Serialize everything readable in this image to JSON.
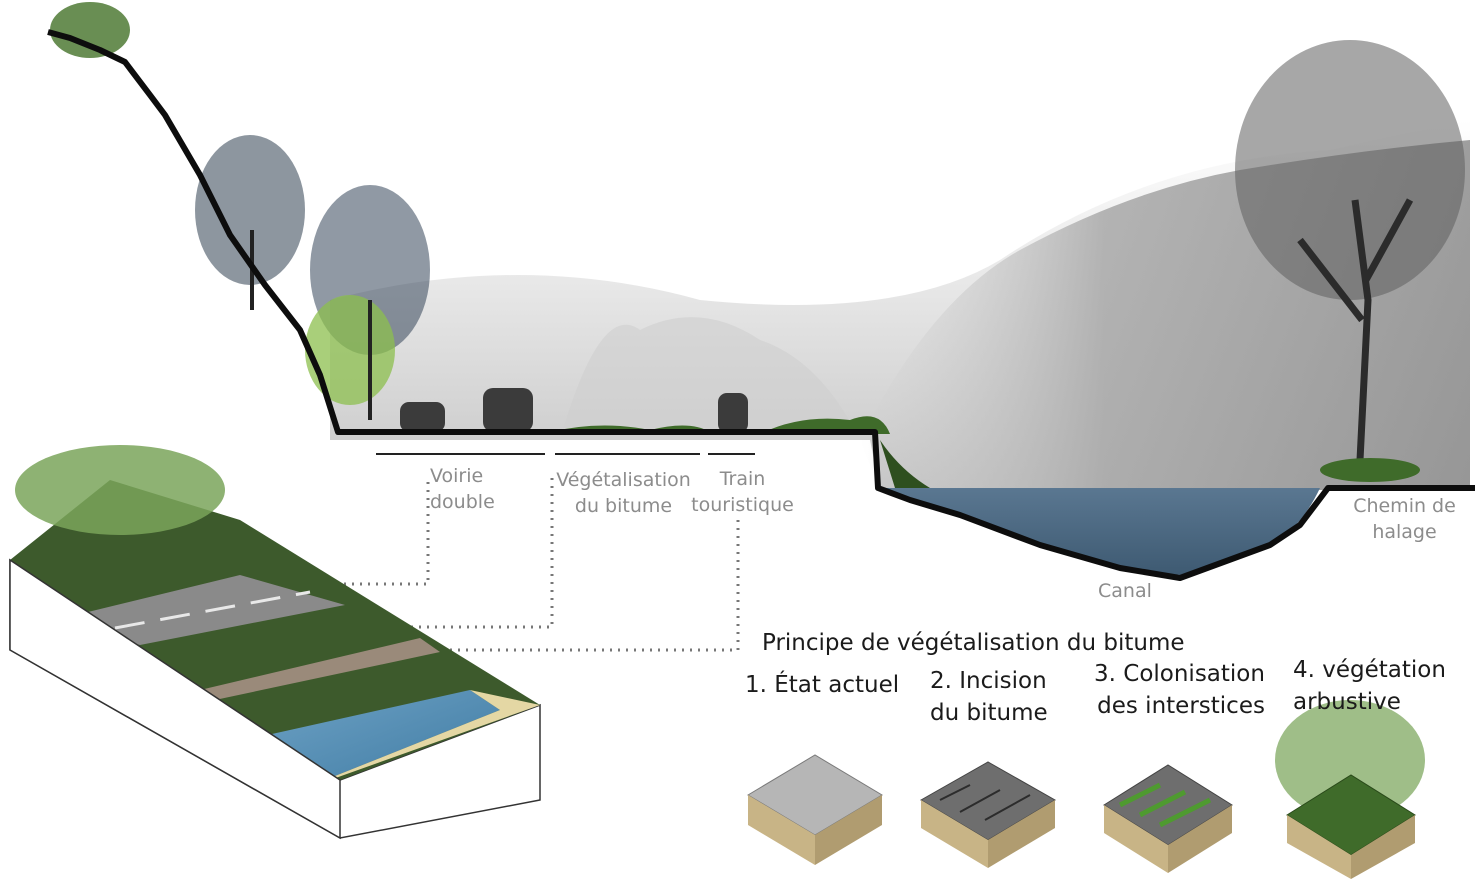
{
  "section_labels": {
    "voirie": [
      "Voirie",
      "double"
    ],
    "vegetalisation": [
      "Végétalisation",
      "du bitume"
    ],
    "train": [
      "Train",
      "touristique"
    ],
    "canal": "Canal",
    "chemin": [
      "Chemin de",
      "halage"
    ]
  },
  "principle": {
    "title": "Principe de végétalisation du bitume",
    "steps": [
      {
        "lines": [
          "1. État actuel"
        ]
      },
      {
        "lines": [
          "2. Incision",
          "du bitume"
        ]
      },
      {
        "lines": [
          "3. Colonisation",
          "des interstices"
        ]
      },
      {
        "lines": [
          "4. végétation",
          "arbustive"
        ]
      }
    ]
  },
  "colors": {
    "ground_line": "#0d0d0d",
    "water": "#4d6b85",
    "fog": "#cfcfcf",
    "grass": "#3f6b2a",
    "label_grey": "#8c8c8c",
    "soil": "#c8b486",
    "asphalt": "#7f7f7f"
  }
}
